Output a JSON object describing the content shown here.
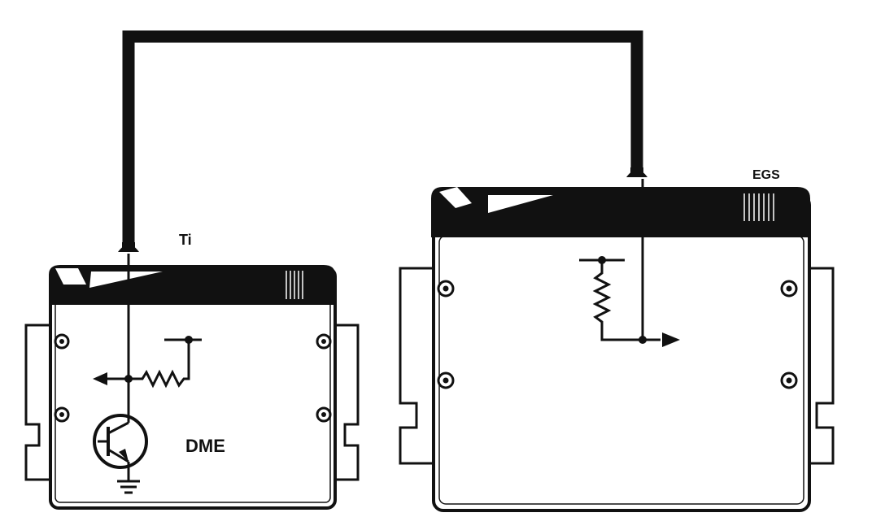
{
  "labels": {
    "signal": "Ti",
    "dme": "DME",
    "egs": "EGS"
  },
  "colors": {
    "ink": "#111111",
    "paper": "#ffffff"
  },
  "icons": {
    "dme_transistor": "npn-transistor-icon",
    "dme_ground": "ground-icon",
    "dme_resistor": "resistor-icon",
    "egs_resistor": "resistor-icon"
  }
}
